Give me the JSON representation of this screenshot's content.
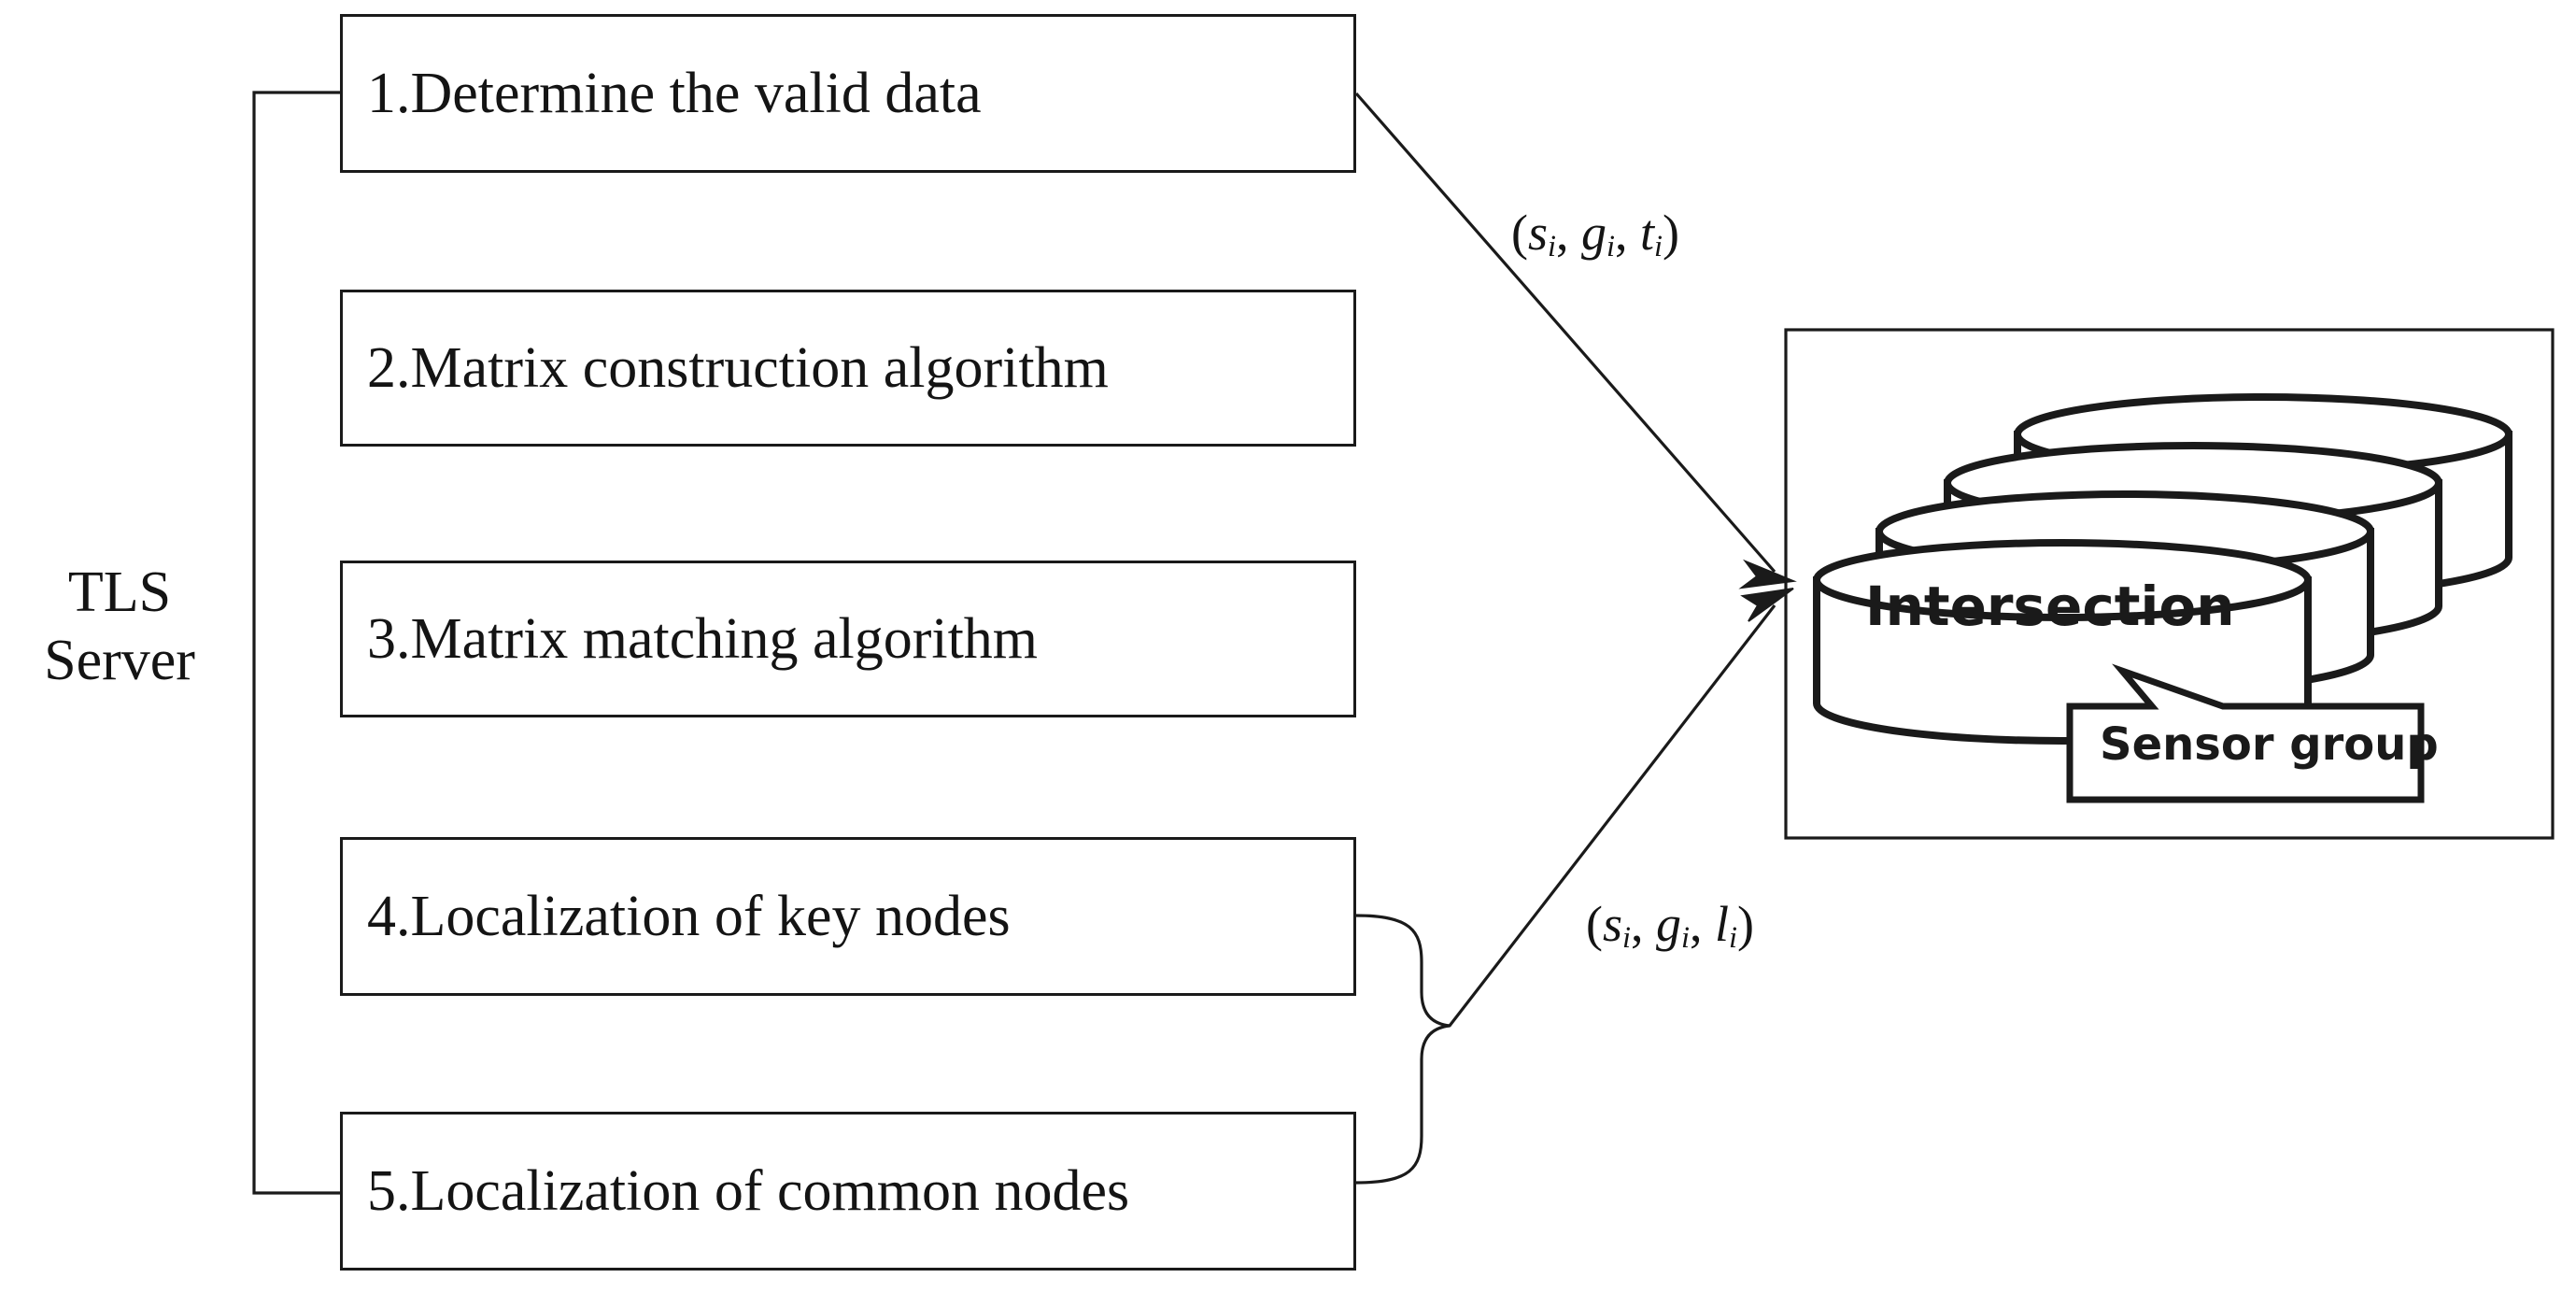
{
  "diagram": {
    "title": "TLS Server processing pipeline and sensor group intersection database",
    "server": {
      "line1": "TLS",
      "line2": "Server"
    },
    "steps": [
      {
        "id": "step-1",
        "label": "1.Determine the valid data"
      },
      {
        "id": "step-2",
        "label": "2.Matrix construction algorithm"
      },
      {
        "id": "step-3",
        "label": "3.Matrix matching algorithm"
      },
      {
        "id": "step-4",
        "label": "4.Localization of key nodes"
      },
      {
        "id": "step-5",
        "label": "5.Localization of common nodes"
      }
    ],
    "edges": [
      {
        "id": "edge-top",
        "open": "(",
        "s": "s",
        "s_sub": "i",
        "sep1": ", ",
        "g": "g",
        "g_sub": "i",
        "sep2": ",  ",
        "third": "t",
        "third_sub": "i",
        "close": ")",
        "plain": "(si, gi, ti)"
      },
      {
        "id": "edge-bottom",
        "open": "(",
        "s": "s",
        "s_sub": "i",
        "sep1": ", ",
        "g": "g",
        "g_sub": "i",
        "sep2": ",  ",
        "third": "l",
        "third_sub": "i",
        "close": ")",
        "plain": "(si, gi, li)"
      }
    ],
    "database": {
      "front_label": "Intersection",
      "callout_label": "Sensor group",
      "cylinder_count": 4
    },
    "colors": {
      "stroke": "#1a1a1a",
      "text": "#141414",
      "background": "#ffffff"
    }
  }
}
